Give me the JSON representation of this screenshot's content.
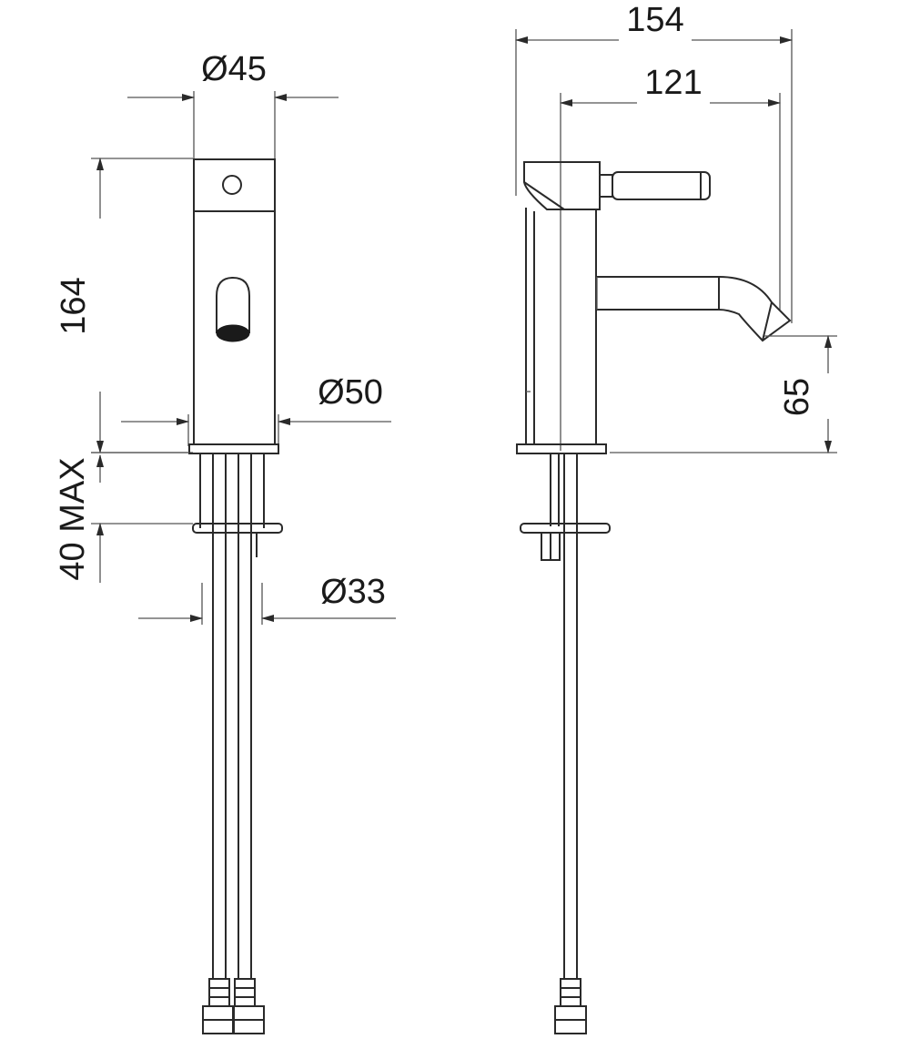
{
  "drawing": {
    "front_view": {
      "dim_top_diameter": "Ø45",
      "dim_height": "164",
      "dim_base_diameter": "Ø50",
      "dim_mount_max": "40 MAX",
      "dim_shank_diameter": "Ø33"
    },
    "side_view": {
      "dim_total_depth": "154",
      "dim_spout_reach": "121",
      "dim_spout_height": "65"
    },
    "colors": {
      "line": "#2a2a2a",
      "background": "#ffffff"
    }
  }
}
